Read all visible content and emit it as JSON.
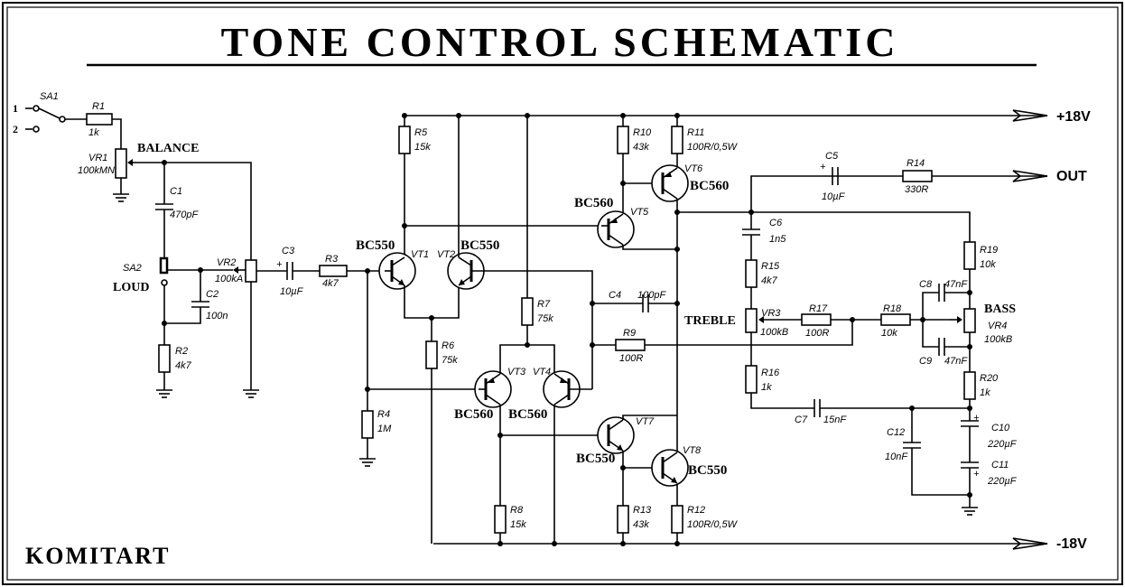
{
  "title": "TONE CONTROL SCHEMATIC",
  "brand": "KOMITART",
  "rails": {
    "pos": "+18V",
    "out": "OUT",
    "neg": "-18V"
  },
  "controls": {
    "balance": "BALANCE",
    "loud": "LOUD",
    "treble": "TREBLE",
    "bass": "BASS"
  },
  "switch_labels": {
    "in1": "1",
    "in2": "2"
  },
  "components": {
    "SA1": "SA1",
    "SA2": "SA2",
    "R1": "R1",
    "R1v": "1k",
    "VR1": "VR1",
    "VR1v": "100kMN",
    "C1": "C1",
    "C1v": "470pF",
    "C2": "C2",
    "C2v": "100n",
    "R2": "R2",
    "R2v": "4k7",
    "VR2": "VR2",
    "VR2v": "100kA",
    "C3": "C3",
    "C3v": "10µF",
    "R3": "R3",
    "R3v": "4k7",
    "R4": "R4",
    "R4v": "1M",
    "R5": "R5",
    "R5v": "15k",
    "R6": "R6",
    "R6v": "75k",
    "R7": "R7",
    "R7v": "75k",
    "R8": "R8",
    "R8v": "15k",
    "R9": "R9",
    "R9v": "100R",
    "R10": "R10",
    "R10v": "43k",
    "R11": "R11",
    "R11v": "100R/0,5W",
    "R12": "R12",
    "R12v": "100R/0,5W",
    "R13": "R13",
    "R13v": "43k",
    "R14": "R14",
    "R14v": "330R",
    "R15": "R15",
    "R15v": "4k7",
    "R16": "R16",
    "R16v": "1k",
    "R17": "R17",
    "R17v": "100R",
    "R18": "R18",
    "R18v": "10k",
    "R19": "R19",
    "R19v": "10k",
    "R20": "R20",
    "R20v": "1k",
    "C4": "C4",
    "C4v": "100pF",
    "C5": "C5",
    "C5v": "10µF",
    "C6": "C6",
    "C6v": "1n5",
    "C7": "C7",
    "C7v": "15nF",
    "C8": "C8",
    "C8v": "47nF",
    "C9": "C9",
    "C9v": "47nF",
    "C10": "C10",
    "C10v": "220µF",
    "C11": "C11",
    "C11v": "220µF",
    "C12": "C12",
    "C12v": "10nF",
    "VR3": "VR3",
    "VR3v": "100kB",
    "VR4": "VR4",
    "VR4v": "100kB",
    "VT1": "VT1",
    "VT2": "VT2",
    "VT3": "VT3",
    "VT4": "VT4",
    "VT5": "VT5",
    "VT6": "VT6",
    "VT7": "VT7",
    "VT8": "VT8",
    "plus": "+"
  },
  "transistor_types": {
    "VT1": "BC550",
    "VT2": "BC550",
    "VT3": "BC560",
    "VT4": "BC560",
    "VT5": "BC560",
    "VT6": "BC560",
    "VT7": "BC550",
    "VT8": "BC550"
  }
}
